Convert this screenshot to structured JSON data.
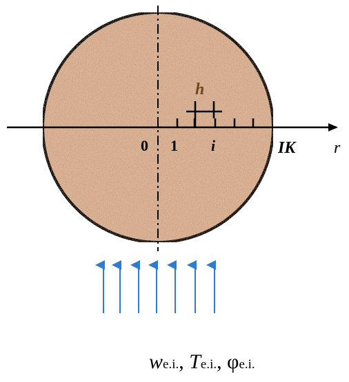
{
  "diagram": {
    "labels": {
      "origin": "0",
      "first_node": "1",
      "node_i": "i",
      "last_node": "IK",
      "axis": "r",
      "step": "h"
    },
    "formula": {
      "w_sym": "w",
      "w_sub": "e.i.",
      "sep1": ", ",
      "t_sym": "T",
      "t_sub": "e.i.",
      "sep2": ", ",
      "phi_sym": "φ",
      "phi_sub": "e.i."
    },
    "colors": {
      "particle_fill": "#dcb294",
      "outline": "#000000",
      "arrows": "#2f7bd0",
      "step_label": "#6b4a1e"
    },
    "arrow_count": 7
  }
}
